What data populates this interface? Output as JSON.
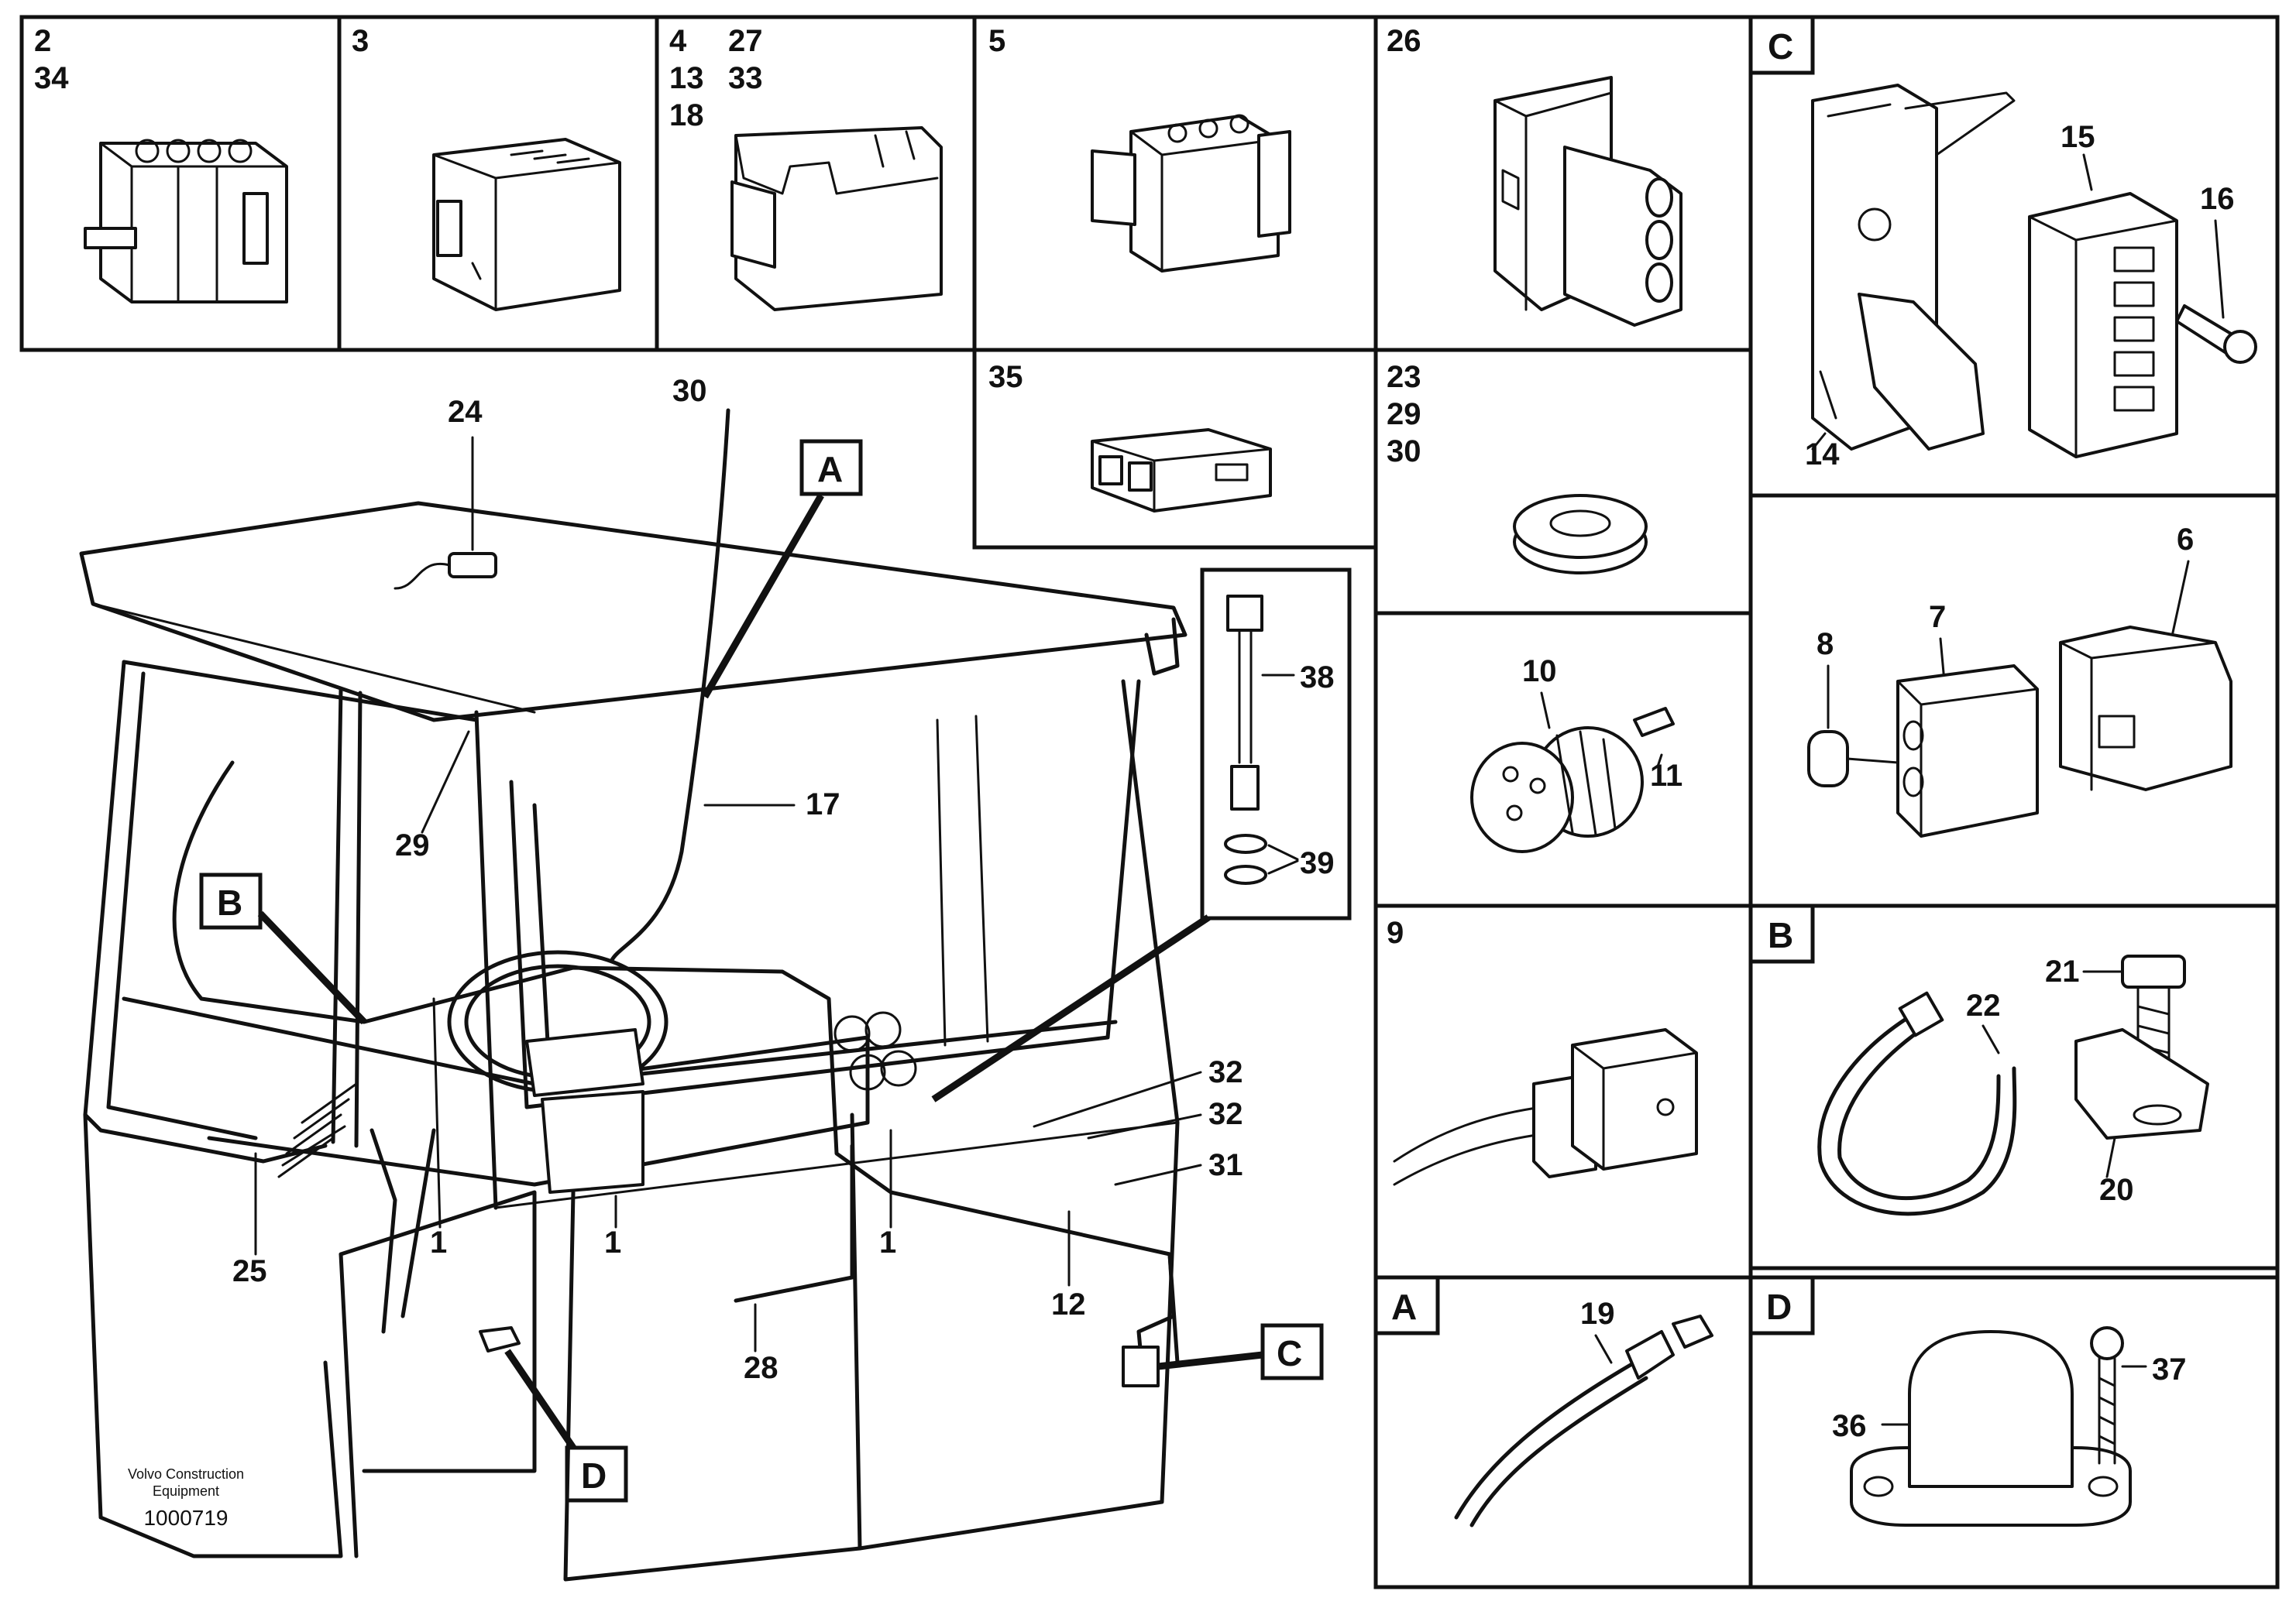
{
  "caption": {
    "brand_line1": "Volvo Construction",
    "brand_line2": "Equipment",
    "drawing_number": "1000719"
  },
  "panels": {
    "p1": {
      "labels": [
        "2",
        "34"
      ]
    },
    "p2": {
      "labels": [
        "3"
      ]
    },
    "p3": {
      "labels": [
        "4",
        "27",
        "13",
        "33",
        "18"
      ]
    },
    "p4": {
      "labels": [
        "5"
      ]
    },
    "p5": {
      "labels": [
        "26"
      ]
    },
    "p6": {
      "letter": "C",
      "labels": [
        "15",
        "16",
        "14"
      ]
    },
    "p7": {
      "labels": [
        "35"
      ]
    },
    "p8": {
      "labels": [
        "23",
        "29",
        "30"
      ]
    },
    "p9": {
      "labels": [
        "6",
        "7",
        "8"
      ]
    },
    "p10": {
      "labels": [
        "10",
        "11"
      ]
    },
    "p11": {
      "labels": [
        "38",
        "39"
      ]
    },
    "p12": {
      "labels": [
        "9"
      ]
    },
    "p13": {
      "letter": "B",
      "labels": [
        "21",
        "22",
        "20"
      ]
    },
    "p14": {
      "letter": "A",
      "labels": [
        "19"
      ]
    },
    "p15": {
      "letter": "D",
      "labels": [
        "37",
        "36"
      ]
    }
  },
  "main_view": {
    "callouts": [
      "24",
      "30",
      "29",
      "17",
      "25",
      "1",
      "1",
      "1",
      "28",
      "12",
      "32",
      "32",
      "31"
    ],
    "detail_refs": [
      "A",
      "B",
      "C",
      "D"
    ]
  }
}
